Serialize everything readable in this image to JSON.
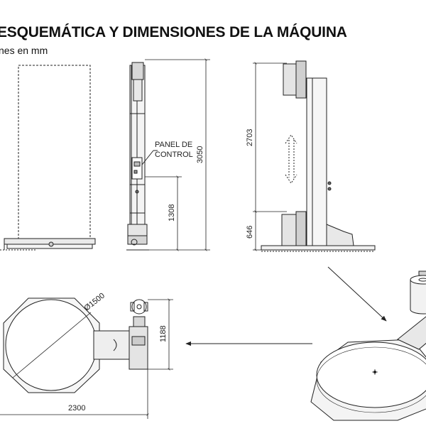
{
  "header": {
    "title": "ESQUEMÁTICA Y DIMENSIONES DE LA MÁQUINA",
    "subtitle": "nes en mm"
  },
  "labels": {
    "control_panel_line1": "PANEL DE",
    "control_panel_line2": "CONTROL"
  },
  "dimensions": {
    "total_height": "3050",
    "panel_height": "1308",
    "carriage_travel": "2703",
    "carriage_base": "646",
    "turntable_diameter": "Ø1500",
    "depth": "1188",
    "length": "2300"
  }
}
